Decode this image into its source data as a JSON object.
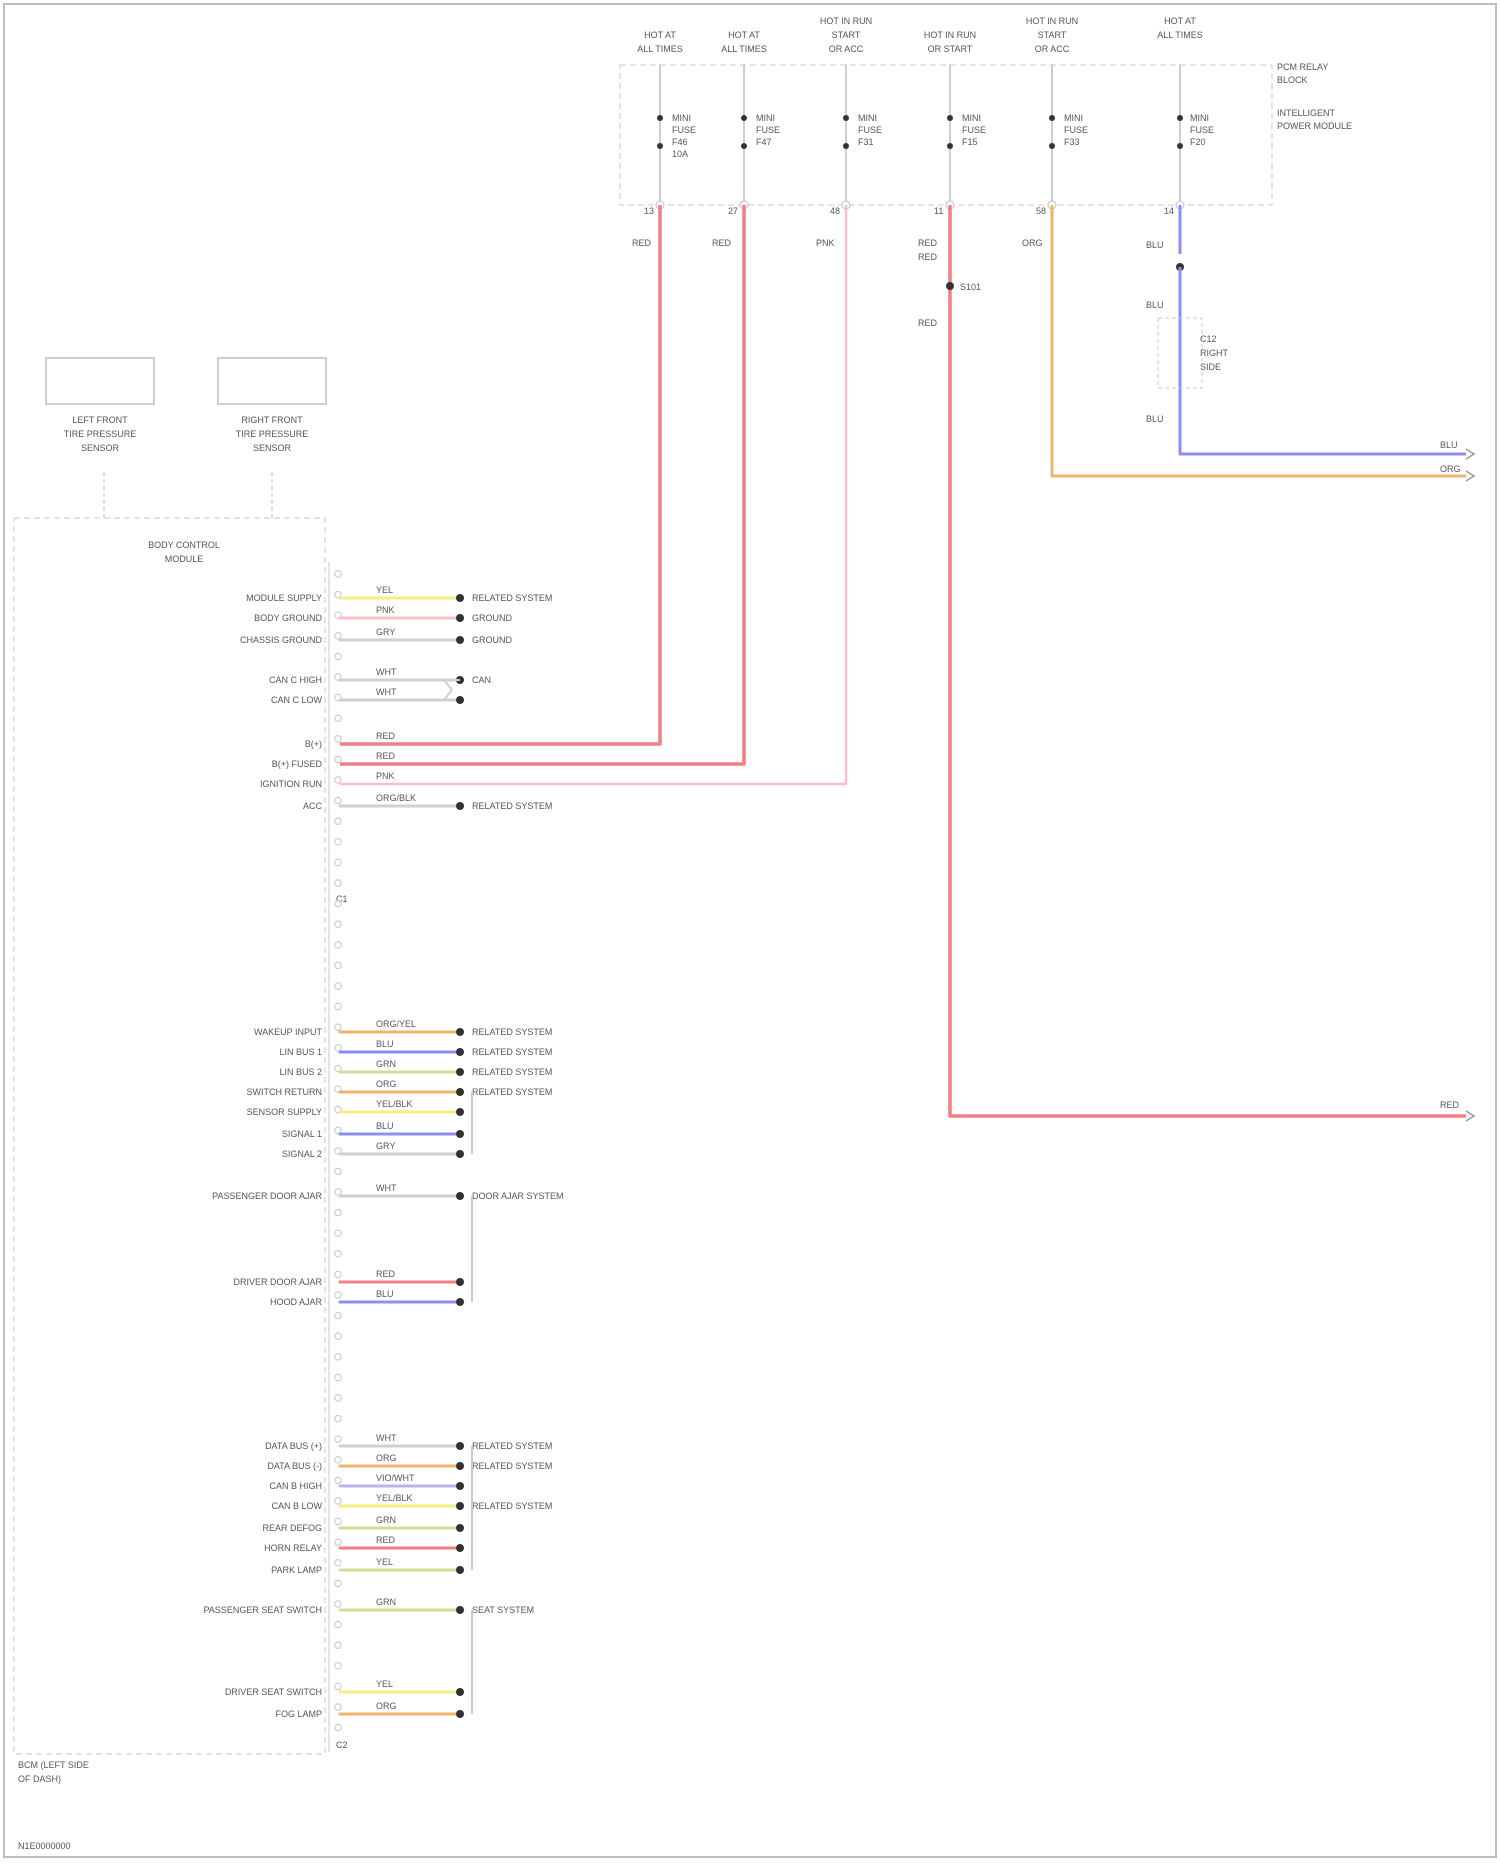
{
  "colors": {
    "red": "#f07f86",
    "pink": "#f8c0c5",
    "orange": "#f3b26c",
    "blue": "#8d8ef3",
    "yellow": "#f4ee85",
    "green": "#cfdf97",
    "violet": "#b9b1f0",
    "gray": "#cfcfcf",
    "black": "#333333",
    "frame": "#bdbdbd"
  },
  "diagram": {
    "footer": "N1E0000000",
    "top_module": {
      "title_1": "PCM RELAY",
      "title_2": "BLOCK",
      "subtitle_1": "INTELLIGENT",
      "subtitle_2": "POWER MODULE",
      "circuits": [
        {
          "header_1": "HOT AT",
          "header_2": "ALL TIMES",
          "fuse_1": "MINI",
          "fuse_2": "FUSE",
          "fuse_3": "F46",
          "fuse_4": "10A",
          "pin": "13",
          "wire": "RED"
        },
        {
          "header_1": "HOT AT",
          "header_2": "ALL TIMES",
          "fuse_1": "MINI",
          "fuse_2": "FUSE",
          "fuse_3": "F47",
          "fuse_4": "",
          "pin": "27",
          "wire": "RED"
        },
        {
          "header_1": "HOT IN RUN",
          "header_2": "START",
          "header_3": "OR ACC",
          "fuse_1": "MINI",
          "fuse_2": "FUSE",
          "fuse_3": "F31",
          "fuse_4": "",
          "pin": "48",
          "wire": "PNK"
        },
        {
          "header_1": "HOT IN RUN",
          "header_2": "OR START",
          "fuse_1": "MINI",
          "fuse_2": "FUSE",
          "fuse_3": "F15",
          "fuse_4": "",
          "pin": "11",
          "wire": "RED"
        },
        {
          "header_1": "HOT IN RUN",
          "header_2": "START",
          "header_3": "OR ACC",
          "fuse_1": "MINI",
          "fuse_2": "FUSE",
          "fuse_3": "F33",
          "fuse_4": "",
          "pin": "58",
          "wire": "ORG"
        },
        {
          "header_1": "HOT AT",
          "header_2": "ALL TIMES",
          "header_3": "",
          "fuse_1": "MINI",
          "fuse_2": "FUSE",
          "fuse_3": "F20",
          "fuse_4": "",
          "pin": "14",
          "wire": "BLU"
        }
      ],
      "splice_wire_1": "RED",
      "splice_wire_2": "RED",
      "splice_label": "S101",
      "blu_label_1": "BLU",
      "blu_label_2": "BLU",
      "blu_label_3": "BLU",
      "blu_note_1": "C12",
      "blu_note_2": "RIGHT",
      "blu_note_3": "SIDE"
    },
    "sensors": [
      {
        "label_1": "LEFT FRONT",
        "label_2": "TIRE PRESSURE",
        "label_3": "SENSOR"
      },
      {
        "label_1": "RIGHT FRONT",
        "label_2": "TIRE PRESSURE",
        "label_3": "SENSOR"
      }
    ],
    "module": {
      "title_1": "BODY CONTROL",
      "title_2": "MODULE",
      "bottom_1": "BCM (LEFT SIDE",
      "bottom_2": "OF DASH)"
    },
    "connector_1": "C1",
    "connector_2": "C2",
    "right_ends": {
      "blu": "BLU",
      "org": "ORG",
      "red": "RED"
    },
    "pins": [
      {
        "label": "MODULE SUPPLY",
        "wire": "YEL",
        "color": "yellow",
        "dest": "RELATED SYSTEM"
      },
      {
        "label": "BODY GROUND",
        "wire": "PNK",
        "color": "pink",
        "dest": "GROUND"
      },
      {
        "label": "CHASSIS GROUND",
        "wire": "GRY",
        "color": "gray",
        "dest": "GROUND"
      },
      {
        "label": "CAN C HIGH",
        "wire": "WHT",
        "color": "gray",
        "dest": "CAN"
      },
      {
        "label": "CAN C LOW",
        "wire": "WHT",
        "color": "gray",
        "dest": ""
      },
      {
        "label": "B(+)",
        "wire": "RED",
        "color": "red",
        "dest": ""
      },
      {
        "label": "B(+) FUSED",
        "wire": "RED",
        "color": "red",
        "dest": ""
      },
      {
        "label": "IGNITION RUN",
        "wire": "PNK",
        "color": "pink",
        "dest": ""
      },
      {
        "label": "ACC",
        "wire": "ORG/BLK",
        "color": "gray",
        "dest": "RELATED SYSTEM"
      },
      {
        "label": "WAKEUP INPUT",
        "wire": "ORG/YEL",
        "color": "orange",
        "dest": "RELATED SYSTEM"
      },
      {
        "label": "LIN BUS 1",
        "wire": "BLU",
        "color": "blue",
        "dest": "RELATED SYSTEM"
      },
      {
        "label": "LIN BUS 2",
        "wire": "GRN",
        "color": "green",
        "dest": "RELATED SYSTEM"
      },
      {
        "label": "SWITCH RETURN",
        "wire": "ORG",
        "color": "orange",
        "dest": "RELATED SYSTEM"
      },
      {
        "label": "SENSOR SUPPLY",
        "wire": "YEL/BLK",
        "color": "yellow",
        "dest": ""
      },
      {
        "label": "SIGNAL 1",
        "wire": "BLU",
        "color": "blue",
        "dest": ""
      },
      {
        "label": "SIGNAL 2",
        "wire": "GRY",
        "color": "gray",
        "dest": ""
      },
      {
        "label": "PASSENGER DOOR AJAR",
        "wire": "WHT",
        "color": "gray",
        "dest": "DOOR AJAR SYSTEM"
      },
      {
        "label": "DRIVER DOOR AJAR",
        "wire": "RED",
        "color": "red",
        "dest": ""
      },
      {
        "label": "HOOD AJAR",
        "wire": "BLU",
        "color": "blue",
        "dest": ""
      },
      {
        "label": "DATA BUS (+)",
        "wire": "WHT",
        "color": "gray",
        "dest": "RELATED SYSTEM"
      },
      {
        "label": "DATA BUS (-)",
        "wire": "ORG",
        "color": "orange",
        "dest": "RELATED SYSTEM"
      },
      {
        "label": "CAN B HIGH",
        "wire": "VIO/WHT",
        "color": "violet",
        "dest": ""
      },
      {
        "label": "CAN B LOW",
        "wire": "YEL/BLK",
        "color": "yellow",
        "dest": "RELATED SYSTEM"
      },
      {
        "label": "REAR DEFOG",
        "wire": "GRN",
        "color": "green",
        "dest": ""
      },
      {
        "label": "HORN RELAY",
        "wire": "RED",
        "color": "red",
        "dest": ""
      },
      {
        "label": "PARK LAMP",
        "wire": "YEL",
        "color": "green",
        "dest": ""
      },
      {
        "label": "PASSENGER SEAT SWITCH",
        "wire": "GRN",
        "color": "green",
        "dest": "SEAT SYSTEM"
      },
      {
        "label": "DRIVER SEAT SWITCH",
        "wire": "YEL",
        "color": "yellow",
        "dest": ""
      },
      {
        "label": "FOG LAMP",
        "wire": "ORG",
        "color": "orange",
        "dest": ""
      }
    ]
  }
}
